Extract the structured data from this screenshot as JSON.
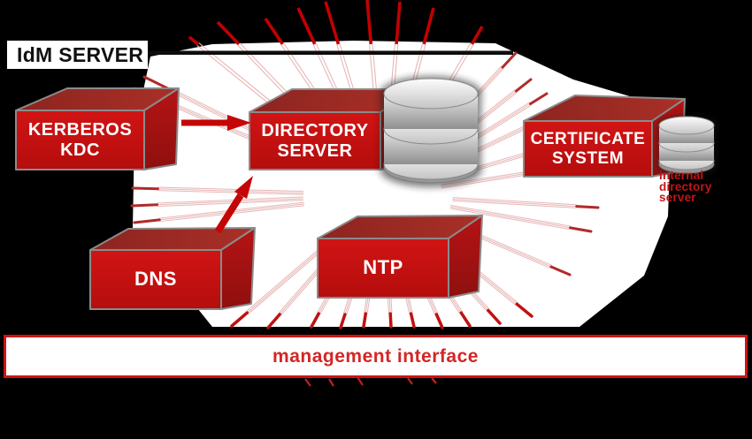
{
  "diagram": {
    "title": "IdM SERVER",
    "nodes": {
      "kerberos": {
        "line1": "KERBEROS",
        "line2": "KDC"
      },
      "directory": {
        "line1": "DIRECTORY",
        "line2": "SERVER"
      },
      "certificate": {
        "line1": "CERTIFICATE",
        "line2": "SYSTEM"
      },
      "dns": {
        "label": "DNS"
      },
      "ntp": {
        "label": "NTP"
      }
    },
    "internal_directory": {
      "line1": "internal",
      "line2": "directory",
      "line3": "server"
    },
    "management_bar": {
      "label": "management interface"
    },
    "icons": {
      "directory_storage": "database-icon",
      "certificate_storage": "database-icon",
      "kerberos_to_directory": "arrow-right-icon",
      "dns_to_directory": "arrow-up-right-icon"
    },
    "colors": {
      "background": "#000000",
      "glow": "#ffffff",
      "box_front": "#c81111",
      "box_top": "#962722",
      "box_side": "#a61111",
      "box_outline": "#8b8b8b",
      "label_text": "#ffffff",
      "title_text": "#111111",
      "ray_bright": "#c30000",
      "ray_soft": "#e7b6b6",
      "bar_border": "#cc1414",
      "bar_text": "#d32626",
      "annotation_text": "#c41414",
      "database_gray": "#c9c9c9"
    }
  }
}
